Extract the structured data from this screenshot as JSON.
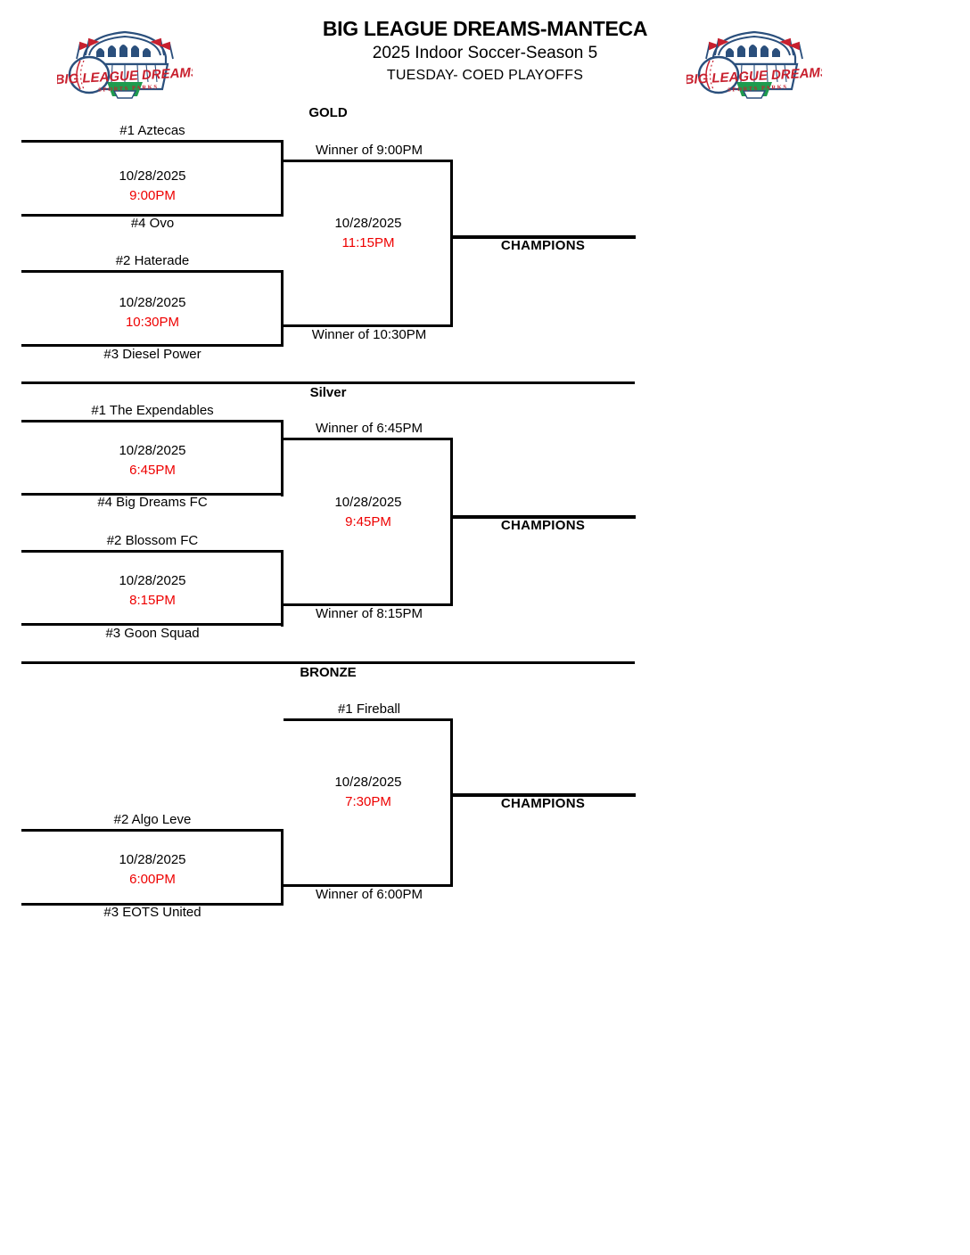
{
  "header": {
    "title": "BIG LEAGUE DREAMS-MANTECA",
    "subtitle": "2025 Indoor Soccer-Season 5",
    "subtitle2": "TUESDAY- COED PLAYOFFS",
    "logo_alt": "big-league-dreams-sports-parks-logo",
    "logo_text_main": "BIG LEAGUE DREAMS",
    "logo_text_sub": "SPORTS PARKS"
  },
  "colors": {
    "time_red": "#ee0000",
    "line_black": "#000000",
    "logo_navy": "#2a4f7c",
    "logo_red": "#c8202e",
    "logo_green": "#1e9b4e"
  },
  "sections": [
    {
      "id": "gold",
      "title": "GOLD",
      "champions_label": "CHAMPIONS",
      "matches": [
        {
          "id": "gold-r1-m1",
          "top_team": "#1 Aztecas",
          "bottom_team": "#4 Ovo",
          "date": "10/28/2025",
          "time": "9:00PM"
        },
        {
          "id": "gold-r1-m2",
          "top_team": "#2 Haterade",
          "bottom_team": "#3 Diesel Power",
          "date": "10/28/2025",
          "time": "10:30PM"
        },
        {
          "id": "gold-final",
          "top_team": "Winner of 9:00PM",
          "bottom_team": "Winner of 10:30PM",
          "date": "10/28/2025",
          "time": "11:15PM"
        }
      ]
    },
    {
      "id": "silver",
      "title": "Silver",
      "champions_label": "CHAMPIONS",
      "matches": [
        {
          "id": "silver-r1-m1",
          "top_team": "#1 The Expendables",
          "bottom_team": "#4 Big Dreams FC",
          "date": "10/28/2025",
          "time": "6:45PM"
        },
        {
          "id": "silver-r1-m2",
          "top_team": "#2 Blossom FC",
          "bottom_team": "#3 Goon Squad",
          "date": "10/28/2025",
          "time": "8:15PM"
        },
        {
          "id": "silver-final",
          "top_team": "Winner of 6:45PM",
          "bottom_team": "Winner of 8:15PM",
          "date": "10/28/2025",
          "time": "9:45PM"
        }
      ]
    },
    {
      "id": "bronze",
      "title": "BRONZE",
      "champions_label": "CHAMPIONS",
      "matches": [
        {
          "id": "bronze-r1-m1",
          "top_team": "#2 Algo Leve",
          "bottom_team": "#3 EOTS United",
          "date": "10/28/2025",
          "time": "6:00PM"
        },
        {
          "id": "bronze-final",
          "top_team": "#1 Fireball",
          "bottom_team": "Winner of 6:00PM",
          "date": "10/28/2025",
          "time": "7:30PM"
        }
      ]
    }
  ]
}
